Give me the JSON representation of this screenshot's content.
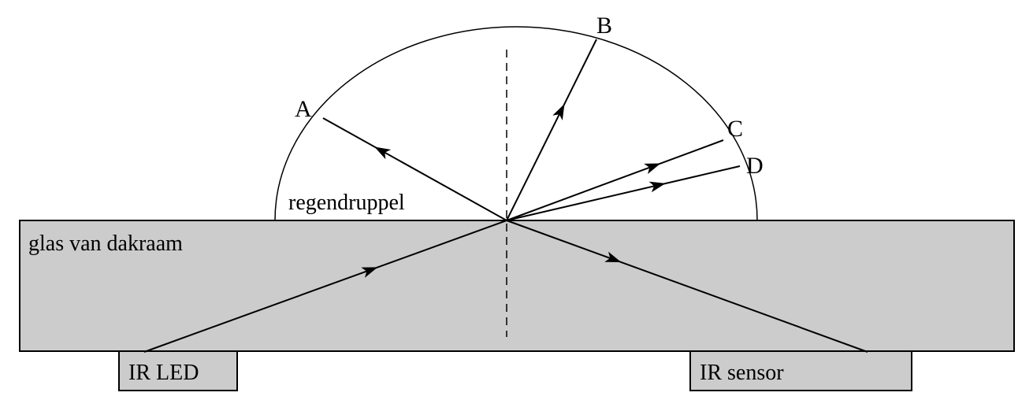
{
  "labels": {
    "a": "A",
    "b": "B",
    "c": "C",
    "d": "D",
    "drop": "regendruppel",
    "glass": "glas van dakraam",
    "led": "IR LED",
    "sensor": "IR sensor"
  },
  "colors": {
    "glass_fill": "#cccccc",
    "box_fill": "#cccccc",
    "stroke": "#000000",
    "background": "#ffffff"
  }
}
